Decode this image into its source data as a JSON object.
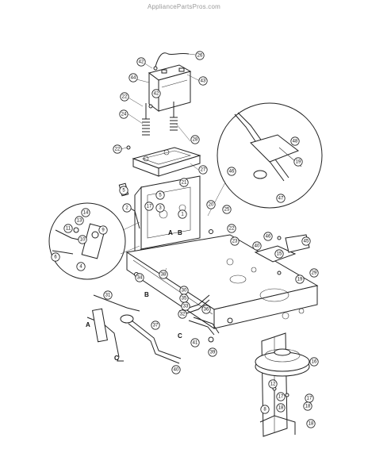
{
  "watermark": "AppliancePartsPros.com",
  "callouts": [
    {
      "id": "c26",
      "n": "26"
    },
    {
      "id": "c42a",
      "n": "42"
    },
    {
      "id": "c43",
      "n": "43"
    },
    {
      "id": "c44",
      "n": "44"
    },
    {
      "id": "c42b",
      "n": "42"
    },
    {
      "id": "c22a",
      "n": "22"
    },
    {
      "id": "c24",
      "n": "24"
    },
    {
      "id": "c28",
      "n": "28"
    },
    {
      "id": "c22b",
      "n": "22"
    },
    {
      "id": "c27",
      "n": "27"
    },
    {
      "id": "c21",
      "n": "21"
    },
    {
      "id": "c5a",
      "n": "5"
    },
    {
      "id": "c5b",
      "n": "5"
    },
    {
      "id": "c17",
      "n": "17"
    },
    {
      "id": "c2",
      "n": "2"
    },
    {
      "id": "c3",
      "n": "3"
    },
    {
      "id": "c1",
      "n": "1"
    },
    {
      "id": "c20a",
      "n": "20"
    },
    {
      "id": "c25",
      "n": "25"
    },
    {
      "id": "c22c",
      "n": "22"
    },
    {
      "id": "c23",
      "n": "23"
    },
    {
      "id": "c9",
      "n": "9"
    },
    {
      "id": "c13",
      "n": "13"
    },
    {
      "id": "c14",
      "n": "14"
    },
    {
      "id": "c11",
      "n": "11"
    },
    {
      "id": "c10",
      "n": "10"
    },
    {
      "id": "c6",
      "n": "6"
    },
    {
      "id": "c4",
      "n": "4"
    },
    {
      "id": "c34",
      "n": "34"
    },
    {
      "id": "c38",
      "n": "38"
    },
    {
      "id": "c46a",
      "n": "46"
    },
    {
      "id": "c45",
      "n": "45"
    },
    {
      "id": "c48",
      "n": "48"
    },
    {
      "id": "c46b",
      "n": "46"
    },
    {
      "id": "c47",
      "n": "47"
    },
    {
      "id": "c19a",
      "n": "19"
    },
    {
      "id": "c40a",
      "n": "40"
    },
    {
      "id": "c15",
      "n": "15"
    },
    {
      "id": "c19b",
      "n": "19"
    },
    {
      "id": "c29",
      "n": "29"
    },
    {
      "id": "c30",
      "n": "30"
    },
    {
      "id": "c31",
      "n": "31"
    },
    {
      "id": "c35",
      "n": "35"
    },
    {
      "id": "c33",
      "n": "33"
    },
    {
      "id": "c32",
      "n": "32"
    },
    {
      "id": "c37",
      "n": "37"
    },
    {
      "id": "c36",
      "n": "36"
    },
    {
      "id": "c41",
      "n": "41"
    },
    {
      "id": "c39",
      "n": "39"
    },
    {
      "id": "c40b",
      "n": "40"
    },
    {
      "id": "c16",
      "n": "16"
    },
    {
      "id": "c12",
      "n": "12"
    },
    {
      "id": "c17b",
      "n": "17"
    },
    {
      "id": "c18a",
      "n": "18"
    },
    {
      "id": "c8",
      "n": "8"
    },
    {
      "id": "c17c",
      "n": "17"
    },
    {
      "id": "c18b",
      "n": "18"
    },
    {
      "id": "c18c",
      "n": "18"
    }
  ],
  "letters": [
    {
      "id": "la1",
      "t": "A"
    },
    {
      "id": "lb1",
      "t": "B"
    },
    {
      "id": "lb2",
      "t": "B"
    },
    {
      "id": "la2",
      "t": "A"
    },
    {
      "id": "lc1",
      "t": "C"
    },
    {
      "id": "lc2",
      "t": "C"
    }
  ]
}
